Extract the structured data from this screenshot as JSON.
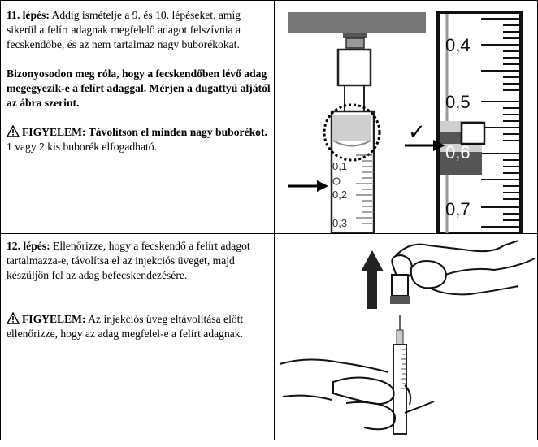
{
  "steps": [
    {
      "number_label": "11. lépés:",
      "intro": " Addig ismételje a 9. és 10. lépéseket, amíg sikerül a felírt adagnak megfelelő adagot felszívnia a fecskendőbe, és az nem tartalmaz nagy buborékokat.",
      "confirm_bold": "Bizonyosodon meg róla, hogy a fecskendőben lévő adag megegyezik-e a felírt adaggal. Mérjen a dugattyú aljától az ábra szerint.",
      "warning_label": "FIGYELEM:",
      "warning_bold_rest": " Távolítson el minden nagy buborékot.",
      "warning_normal": " 1 vagy 2 kis buborék elfogadható."
    },
    {
      "number_label": "12. lépés:",
      "intro": " Ellenőrizze, hogy a fecskendő a felírt adagot tartalmazza-e, távolítsa el az injekciós üveget, majd készüljön fel az adag befecskendezésére.",
      "warning_label": "FIGYELEM:",
      "warning_normal": " Az injekciós üveg eltávolítása előtt ellenőrizze, hogy az adag megfelel-e a felírt adagnak."
    }
  ],
  "figure_left": {
    "scale_labels": [
      "0,1",
      "0,2",
      "0,3"
    ]
  },
  "figure_right": {
    "scale_labels": [
      "0,4",
      "0,5",
      "0,6",
      "0,7"
    ],
    "checkmark": "✓"
  },
  "icons": {
    "warning": "warning-triangle-icon",
    "arrow": "pointer-arrow-icon",
    "up_arrow": "up-arrow-icon"
  }
}
